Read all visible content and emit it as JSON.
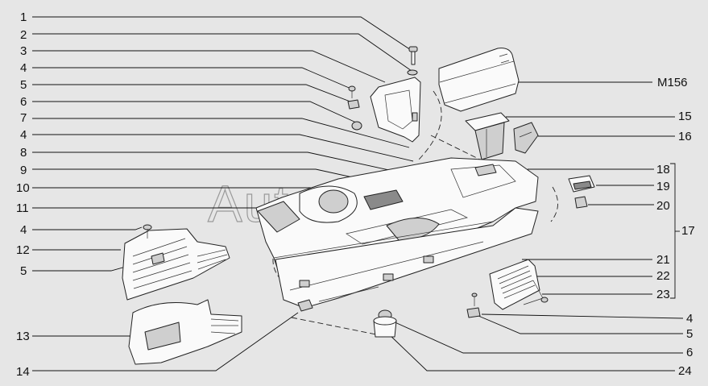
{
  "watermark": "AutoSoft",
  "left_callouts": [
    "1",
    "2",
    "3",
    "4",
    "5",
    "6",
    "7",
    "4",
    "8",
    "9",
    "10",
    "11",
    "4",
    "12",
    "5",
    "13",
    "14"
  ],
  "right_callouts": [
    "M156",
    "15",
    "16",
    "18",
    "19",
    "20",
    "17",
    "21",
    "22",
    "23",
    "4",
    "5",
    "6",
    "24"
  ]
}
